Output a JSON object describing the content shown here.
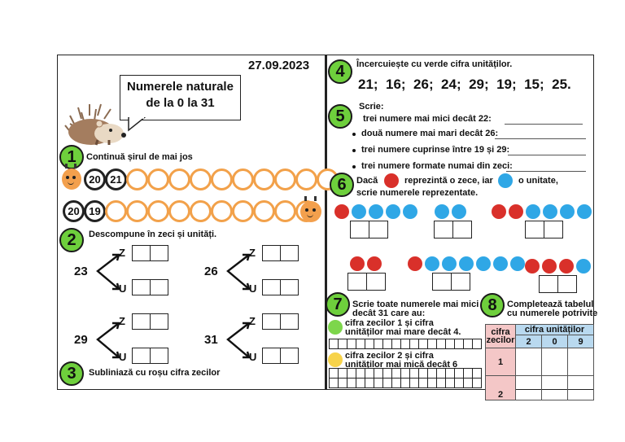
{
  "date": "27.09.2023",
  "title_line1": "Numerele naturale",
  "title_line2": "de la 0 la 31",
  "badges": [
    "1",
    "2",
    "3",
    "4",
    "5",
    "6",
    "7",
    "8"
  ],
  "ex1": {
    "instruction": "Continuă șirul de mai jos",
    "row1": [
      "20",
      "21"
    ],
    "row2": [
      "20",
      "19"
    ]
  },
  "ex2": {
    "instruction": "Descompune în zeci și unități.",
    "z": "Z",
    "u": "U",
    "numbers": [
      "23",
      "26",
      "29",
      "31"
    ]
  },
  "ex3": {
    "instruction": "Subliniază cu roșu  cifra zecilor"
  },
  "ex4": {
    "instruction": "Încercuiește cu verde cifra unităților.",
    "numbers": "21;  16;  26;  24;  29;  19;  15;  25."
  },
  "ex5": {
    "title": "Scrie:",
    "items": [
      "trei numere mai mici decât 22:",
      "două numere mai mari decât 26:",
      "trei numere cuprinse între 19 și 29:",
      "trei numere formate numai din zeci:"
    ]
  },
  "ex6": {
    "part1": "Dacă",
    "part2": "reprezintă o zece, iar",
    "part3": "o unitate,",
    "line2": "scrie numerele reprezentate."
  },
  "ex7": {
    "instruction_line1": "Scrie toate numerele mai mici",
    "instruction_line2": "decât 31 care au:",
    "item1_line1": "cifra zecilor 1 și cifra",
    "item1_line2": "unităților mai mare decât 4.",
    "item2_line1": "cifra zecilor 2 și cifra",
    "item2_line2": "unităților mai mică decât 6"
  },
  "ex8": {
    "instruction_line1": "Completează tabelul",
    "instruction_line2": "cu numerele potrivite",
    "row_header_line1": "cifra",
    "row_header_line2": "zecilor",
    "col_header": "cifra unităților",
    "cols": [
      "2",
      "0",
      "9"
    ],
    "rows": [
      "1",
      "2"
    ]
  },
  "colors": {
    "badge": "#6ecf3c",
    "ring": "#f2a14a",
    "ten": "#d9302a",
    "unit": "#2fa7e6",
    "green_dot": "#7dd64b",
    "yellow_dot": "#f7d34a",
    "table_head": "#b9d9ef",
    "table_row": "#f4c7c7"
  }
}
